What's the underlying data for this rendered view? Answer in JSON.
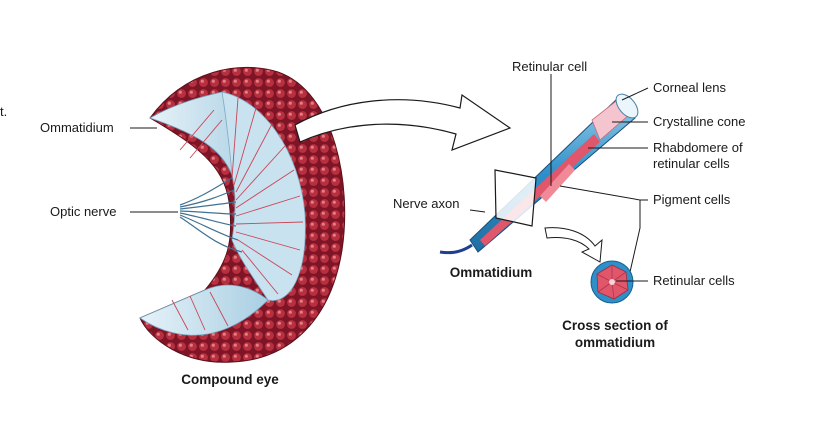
{
  "stray_text": "t.",
  "labels": {
    "ommatidium_left": "Ommatidium",
    "optic_nerve": "Optic nerve",
    "retinular_cell": "Retinular cell",
    "corneal_lens": "Corneal lens",
    "crystalline_cone": "Crystalline cone",
    "rhabdomere_line1": "Rhabdomere of",
    "rhabdomere_line2": "retinular cells",
    "nerve_axon": "Nerve axon",
    "pigment_cells": "Pigment cells",
    "retinular_cells": "Retinular cells"
  },
  "captions": {
    "compound_eye": "Compound eye",
    "ommatidium": "Ommatidium",
    "cross_section_line1": "Cross section of",
    "cross_section_line2": "ommatidium"
  },
  "colors": {
    "facet_red": "#b0273a",
    "facet_dark": "#7d1526",
    "cut_blue": "#b9d9ea",
    "pigment_blue": "#2e8fc9",
    "retina_red": "#e0566a",
    "ink": "#1a1a1a"
  }
}
